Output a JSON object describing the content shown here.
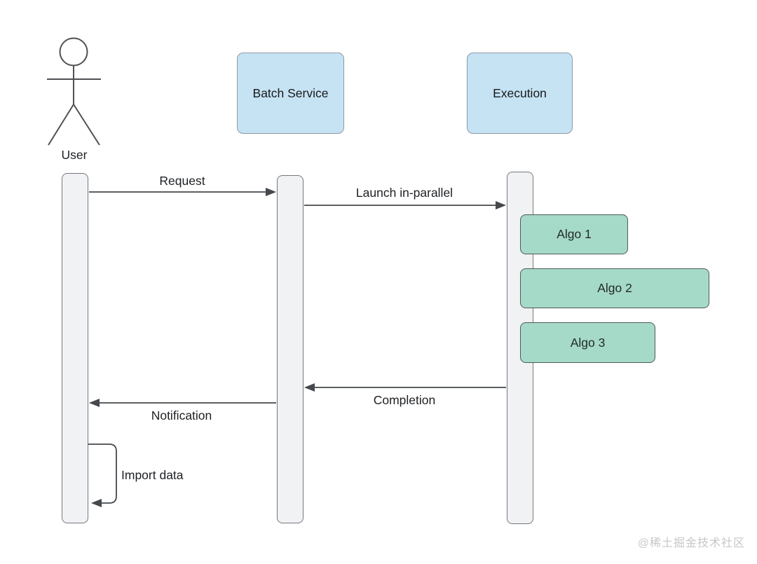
{
  "diagram": {
    "kind": "uml-sequence-diagram",
    "actors": [
      {
        "id": "user",
        "label": "User",
        "shape": "person"
      },
      {
        "id": "batch-service",
        "label": "Batch Service",
        "shape": "box"
      },
      {
        "id": "execution",
        "label": "Execution",
        "shape": "box"
      }
    ],
    "messages": [
      {
        "label": "Request",
        "from": "User",
        "to": "Batch Service",
        "direction": "right"
      },
      {
        "label": "Launch in-parallel",
        "from": "Batch Service",
        "to": "Execution",
        "direction": "right"
      },
      {
        "label": "Completion",
        "from": "Execution",
        "to": "Batch Service",
        "direction": "left"
      },
      {
        "label": "Notification",
        "from": "Batch Service",
        "to": "User",
        "direction": "left"
      },
      {
        "label": "Import data",
        "from": "User",
        "to": "User",
        "direction": "self"
      }
    ],
    "parallel_activations": [
      {
        "label": "Algo 1"
      },
      {
        "label": "Algo 2"
      },
      {
        "label": "Algo 3"
      }
    ],
    "colors": {
      "participant_fill": "#c6e3f4",
      "activation_fill": "#a6dac8",
      "lifeline_fill": "#f1f2f4",
      "line": "#45484c",
      "text": "#1d2024",
      "watermark": "#c7c7c7"
    },
    "watermark": "@稀土掘金技术社区"
  }
}
